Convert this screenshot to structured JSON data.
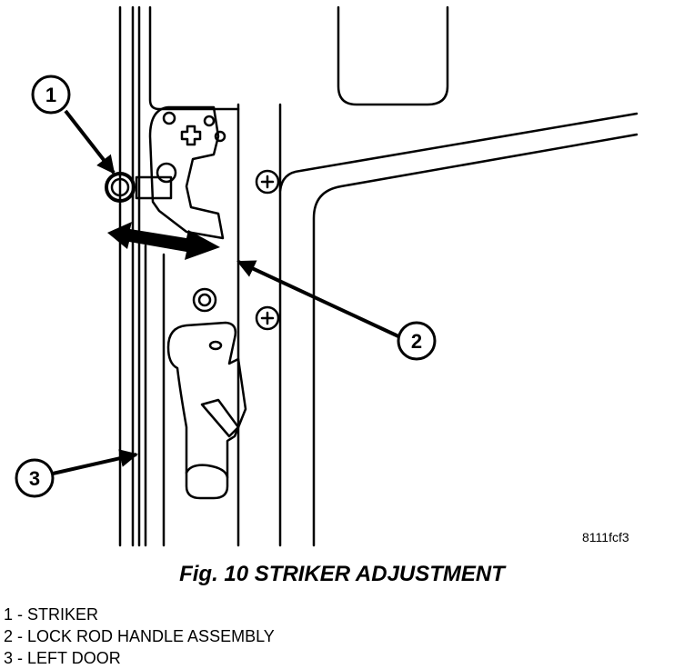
{
  "callouts": [
    {
      "number": "1"
    },
    {
      "number": "2"
    },
    {
      "number": "3"
    }
  ],
  "image_code": "8111fcf3",
  "caption": "Fig. 10 STRIKER ADJUSTMENT",
  "legend": [
    "1 - STRIKER",
    "2 - LOCK ROD HANDLE ASSEMBLY",
    "3 - LEFT DOOR"
  ]
}
